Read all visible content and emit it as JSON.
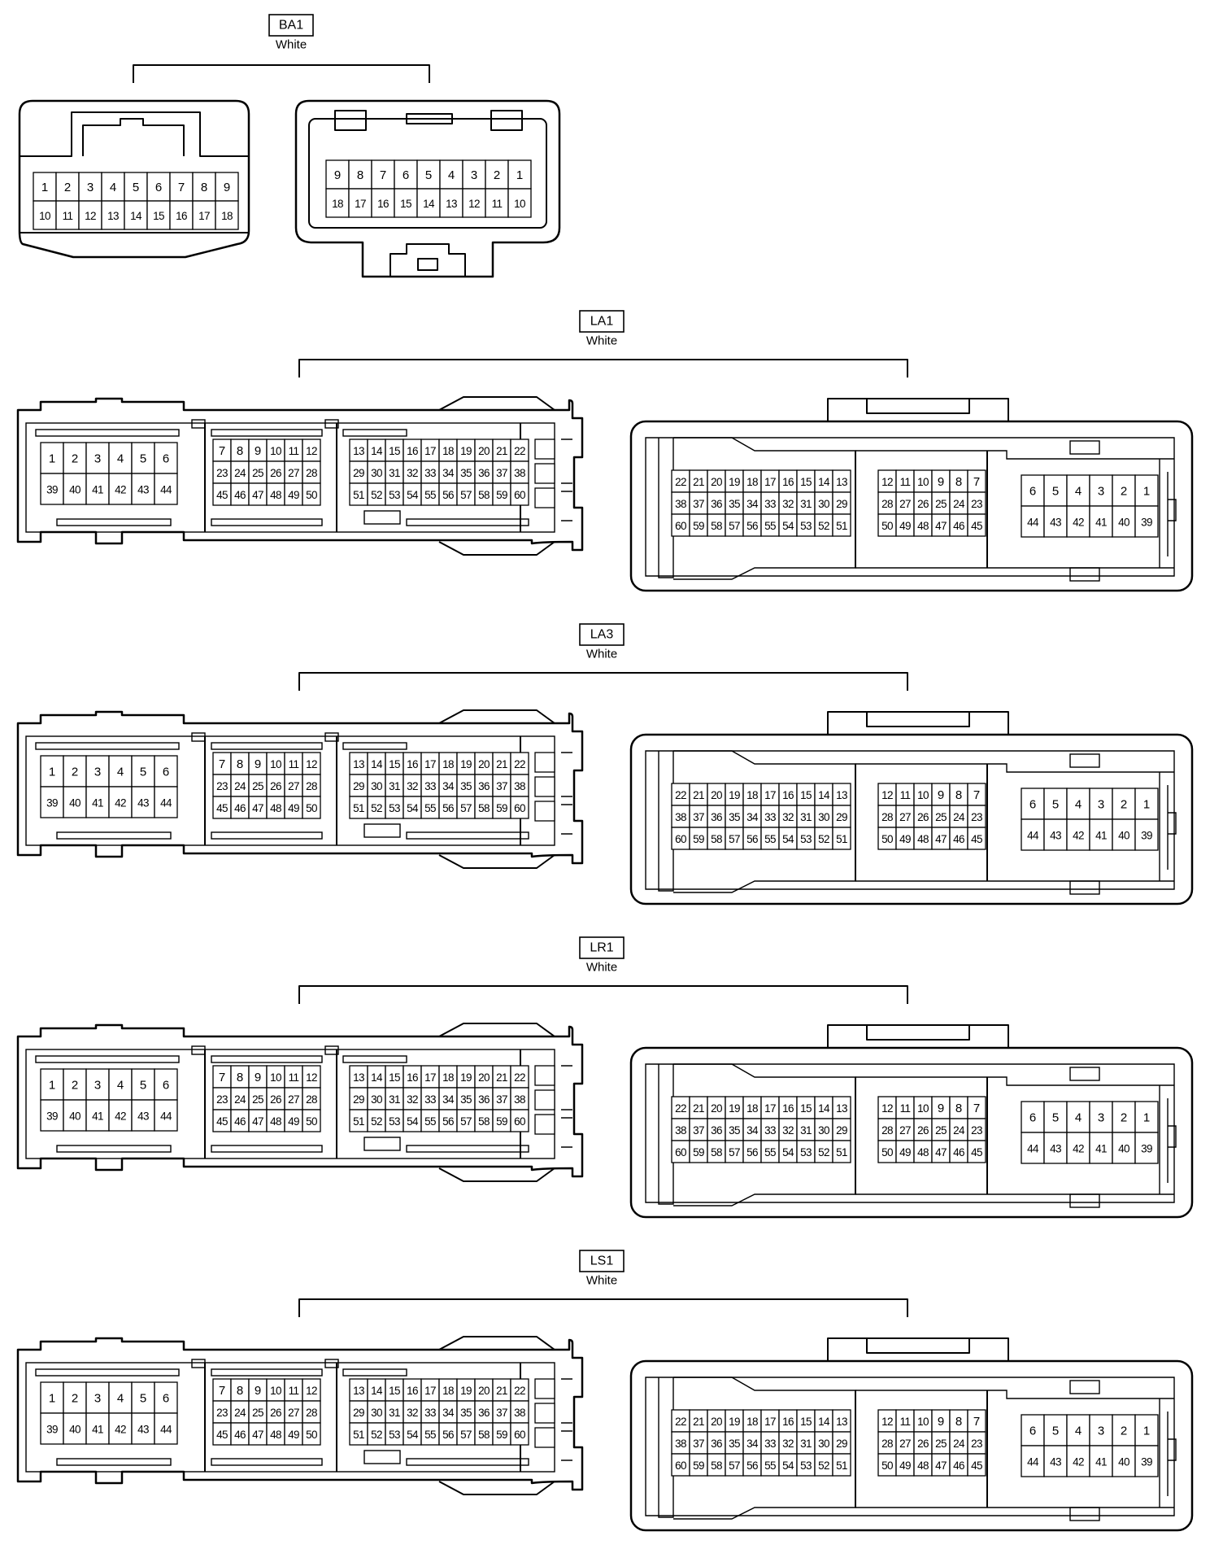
{
  "connectors": [
    {
      "code": "BA1",
      "color": "White",
      "type": "18-pin",
      "pins": {
        "left": [
          [
            "1",
            "2",
            "3",
            "4",
            "5",
            "6",
            "7",
            "8",
            "9"
          ],
          [
            "10",
            "11",
            "12",
            "13",
            "14",
            "15",
            "16",
            "17",
            "18"
          ]
        ],
        "right": [
          [
            "9",
            "8",
            "7",
            "6",
            "5",
            "4",
            "3",
            "2",
            "1"
          ],
          [
            "18",
            "17",
            "16",
            "15",
            "14",
            "13",
            "12",
            "11",
            "10"
          ]
        ]
      }
    },
    {
      "code": "LA1",
      "color": "White",
      "type": "60-pin"
    },
    {
      "code": "LA3",
      "color": "White",
      "type": "60-pin"
    },
    {
      "code": "LR1",
      "color": "White",
      "type": "60-pin"
    },
    {
      "code": "LS1",
      "color": "White",
      "type": "60-pin"
    }
  ],
  "pin_layout_60": {
    "left": {
      "group_a": [
        [
          "1",
          "2",
          "3",
          "4",
          "5",
          "6"
        ],
        [
          "39",
          "40",
          "41",
          "42",
          "43",
          "44"
        ]
      ],
      "group_b": [
        [
          "7",
          "8",
          "9",
          "10",
          "11",
          "12"
        ],
        [
          "23",
          "24",
          "25",
          "26",
          "27",
          "28"
        ],
        [
          "45",
          "46",
          "47",
          "48",
          "49",
          "50"
        ]
      ],
      "group_c": [
        [
          "13",
          "14",
          "15",
          "16",
          "17",
          "18",
          "19",
          "20",
          "21",
          "22"
        ],
        [
          "29",
          "30",
          "31",
          "32",
          "33",
          "34",
          "35",
          "36",
          "37",
          "38"
        ],
        [
          "51",
          "52",
          "53",
          "54",
          "55",
          "56",
          "57",
          "58",
          "59",
          "60"
        ]
      ]
    },
    "right": {
      "group_a": [
        [
          "22",
          "21",
          "20",
          "19",
          "18",
          "17",
          "16",
          "15",
          "14",
          "13"
        ],
        [
          "38",
          "37",
          "36",
          "35",
          "34",
          "33",
          "32",
          "31",
          "30",
          "29"
        ],
        [
          "60",
          "59",
          "58",
          "57",
          "56",
          "55",
          "54",
          "53",
          "52",
          "51"
        ]
      ],
      "group_b": [
        [
          "12",
          "11",
          "10",
          "9",
          "8",
          "7"
        ],
        [
          "28",
          "27",
          "26",
          "25",
          "24",
          "23"
        ],
        [
          "50",
          "49",
          "48",
          "47",
          "46",
          "45"
        ]
      ],
      "group_c": [
        [
          "6",
          "5",
          "4",
          "3",
          "2",
          "1"
        ],
        [
          "44",
          "43",
          "42",
          "41",
          "40",
          "39"
        ]
      ]
    }
  }
}
